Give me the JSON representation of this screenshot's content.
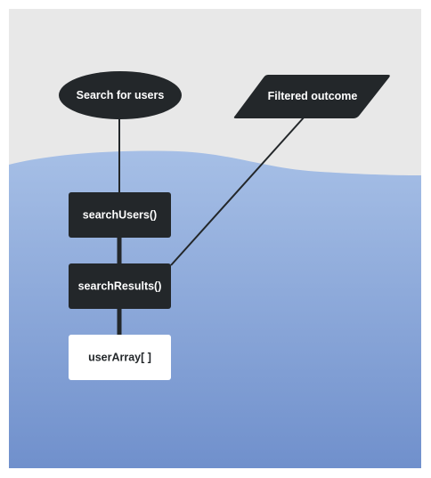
{
  "diagram": {
    "colors": {
      "canvas_top": "#e8e8e8",
      "water_top": "#a6bfe6",
      "water_bottom": "#7090cc",
      "node_dark": "#23272a",
      "node_light": "#ffffff",
      "text_light": "#ffffff",
      "text_dark": "#23272a",
      "connector": "#23272a"
    },
    "nodes": {
      "start": {
        "label": "Search for users",
        "shape": "ellipse"
      },
      "output": {
        "label": "Filtered outcome",
        "shape": "parallelogram"
      },
      "search_users": {
        "label": "searchUsers()",
        "shape": "rectangle"
      },
      "search_results": {
        "label": "searchResults()",
        "shape": "rectangle"
      },
      "user_array": {
        "label": "userArray[ ]",
        "shape": "rectangle"
      }
    }
  }
}
